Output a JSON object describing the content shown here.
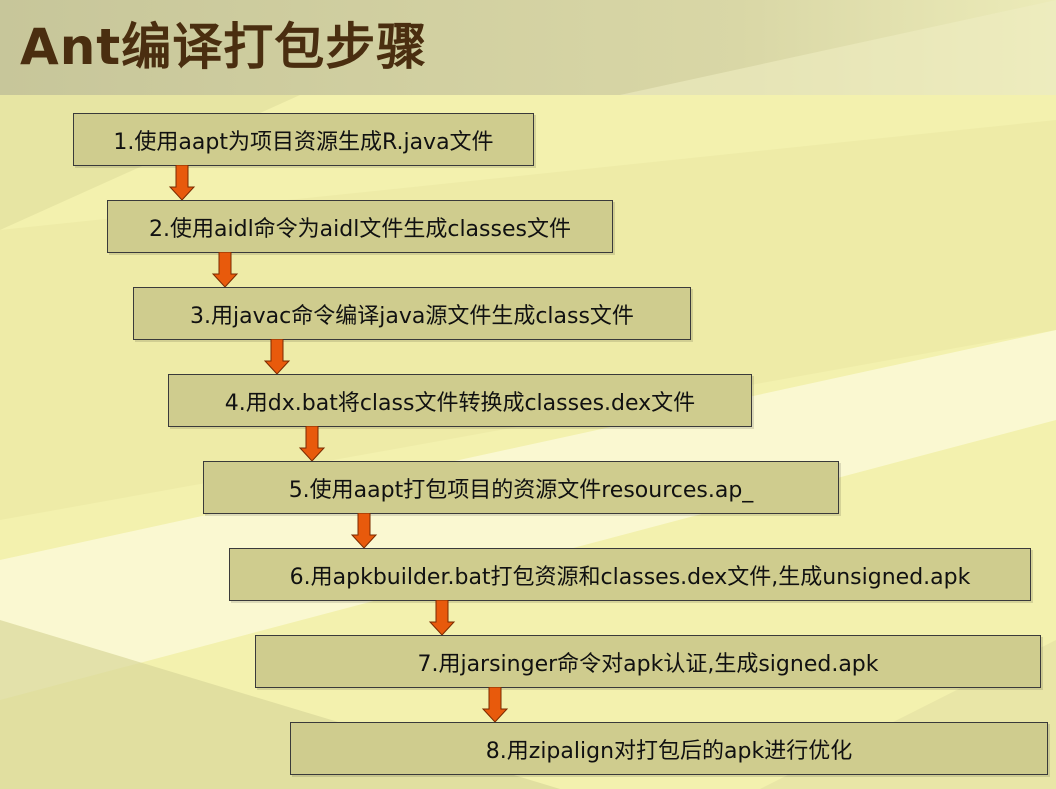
{
  "title": "Ant编译打包步骤",
  "colors": {
    "title": "#4a2e10",
    "box_fill": "#cfcc8e",
    "box_border": "#3a3a3a",
    "arrow_fill": "#e85a0c",
    "background": "#f6f3b4"
  },
  "steps": [
    {
      "label": "1.使用aapt为项目资源生成R.java文件"
    },
    {
      "label": "2.使用aidl命令为aidl文件生成classes文件"
    },
    {
      "label": "3.用javac命令编译java源文件生成class文件"
    },
    {
      "label": "4.用dx.bat将class文件转换成classes.dex文件"
    },
    {
      "label": "5.使用aapt打包项目的资源文件resources.ap_"
    },
    {
      "label": "6.用apkbuilder.bat打包资源和classes.dex文件,生成unsigned.apk"
    },
    {
      "label": "7.用jarsinger命令对apk认证,生成signed.apk"
    },
    {
      "label": "8.用zipalign对打包后的apk进行优化"
    }
  ]
}
